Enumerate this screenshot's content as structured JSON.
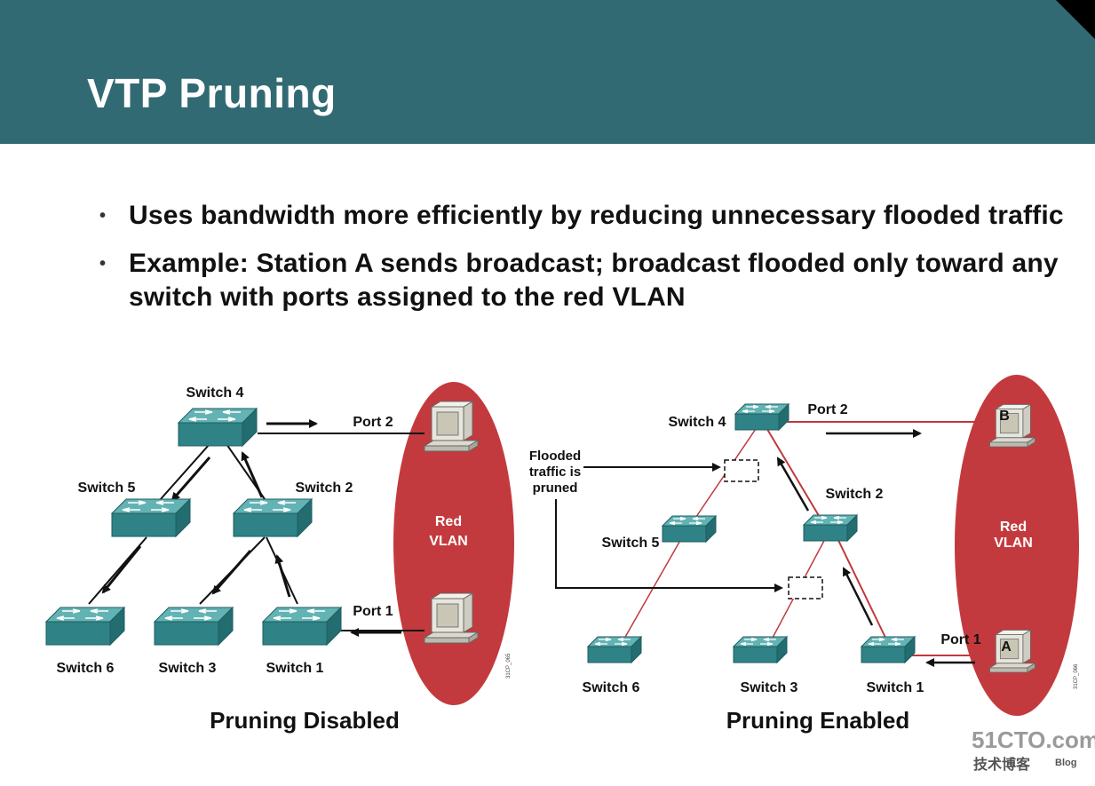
{
  "slide": {
    "title": "VTP Pruning",
    "bullets": [
      "Uses bandwidth more efficiently by reducing unnecessary flooded traffic",
      "Example: Station A sends broadcast; broadcast flooded only toward any switch with ports assigned to the red VLAN"
    ]
  },
  "left_diagram": {
    "caption": "Pruning Disabled",
    "vlan_line1": "Red",
    "vlan_line2": "VLAN",
    "switches": [
      "Switch 4",
      "Switch 5",
      "Switch 2",
      "Switch 6",
      "Switch 3",
      "Switch 1"
    ],
    "port_top": "Port 2",
    "port_bottom": "Port 1",
    "figure_code": "31CP_065"
  },
  "right_diagram": {
    "caption": "Pruning Enabled",
    "vlan_line1": "Red",
    "vlan_line2": "VLAN",
    "switches": [
      "Switch 4",
      "Switch 2",
      "Switch 5",
      "Switch 6",
      "Switch 3",
      "Switch 1"
    ],
    "port_top": "Port 2",
    "port_bottom": "Port 1",
    "station_top": "B",
    "station_bottom": "A",
    "flooded_note": [
      "Flooded",
      "traffic is",
      "pruned"
    ],
    "figure_code": "31CP_066"
  },
  "watermark": {
    "site": "51CTO.com",
    "sub": "技术博客",
    "blog": "Blog"
  },
  "colors": {
    "header": "#326a73",
    "switch_top": "#4fa4a6",
    "switch_side": "#2f7f82",
    "vlan": "#c33a3e",
    "link_red": "#c0393d"
  }
}
